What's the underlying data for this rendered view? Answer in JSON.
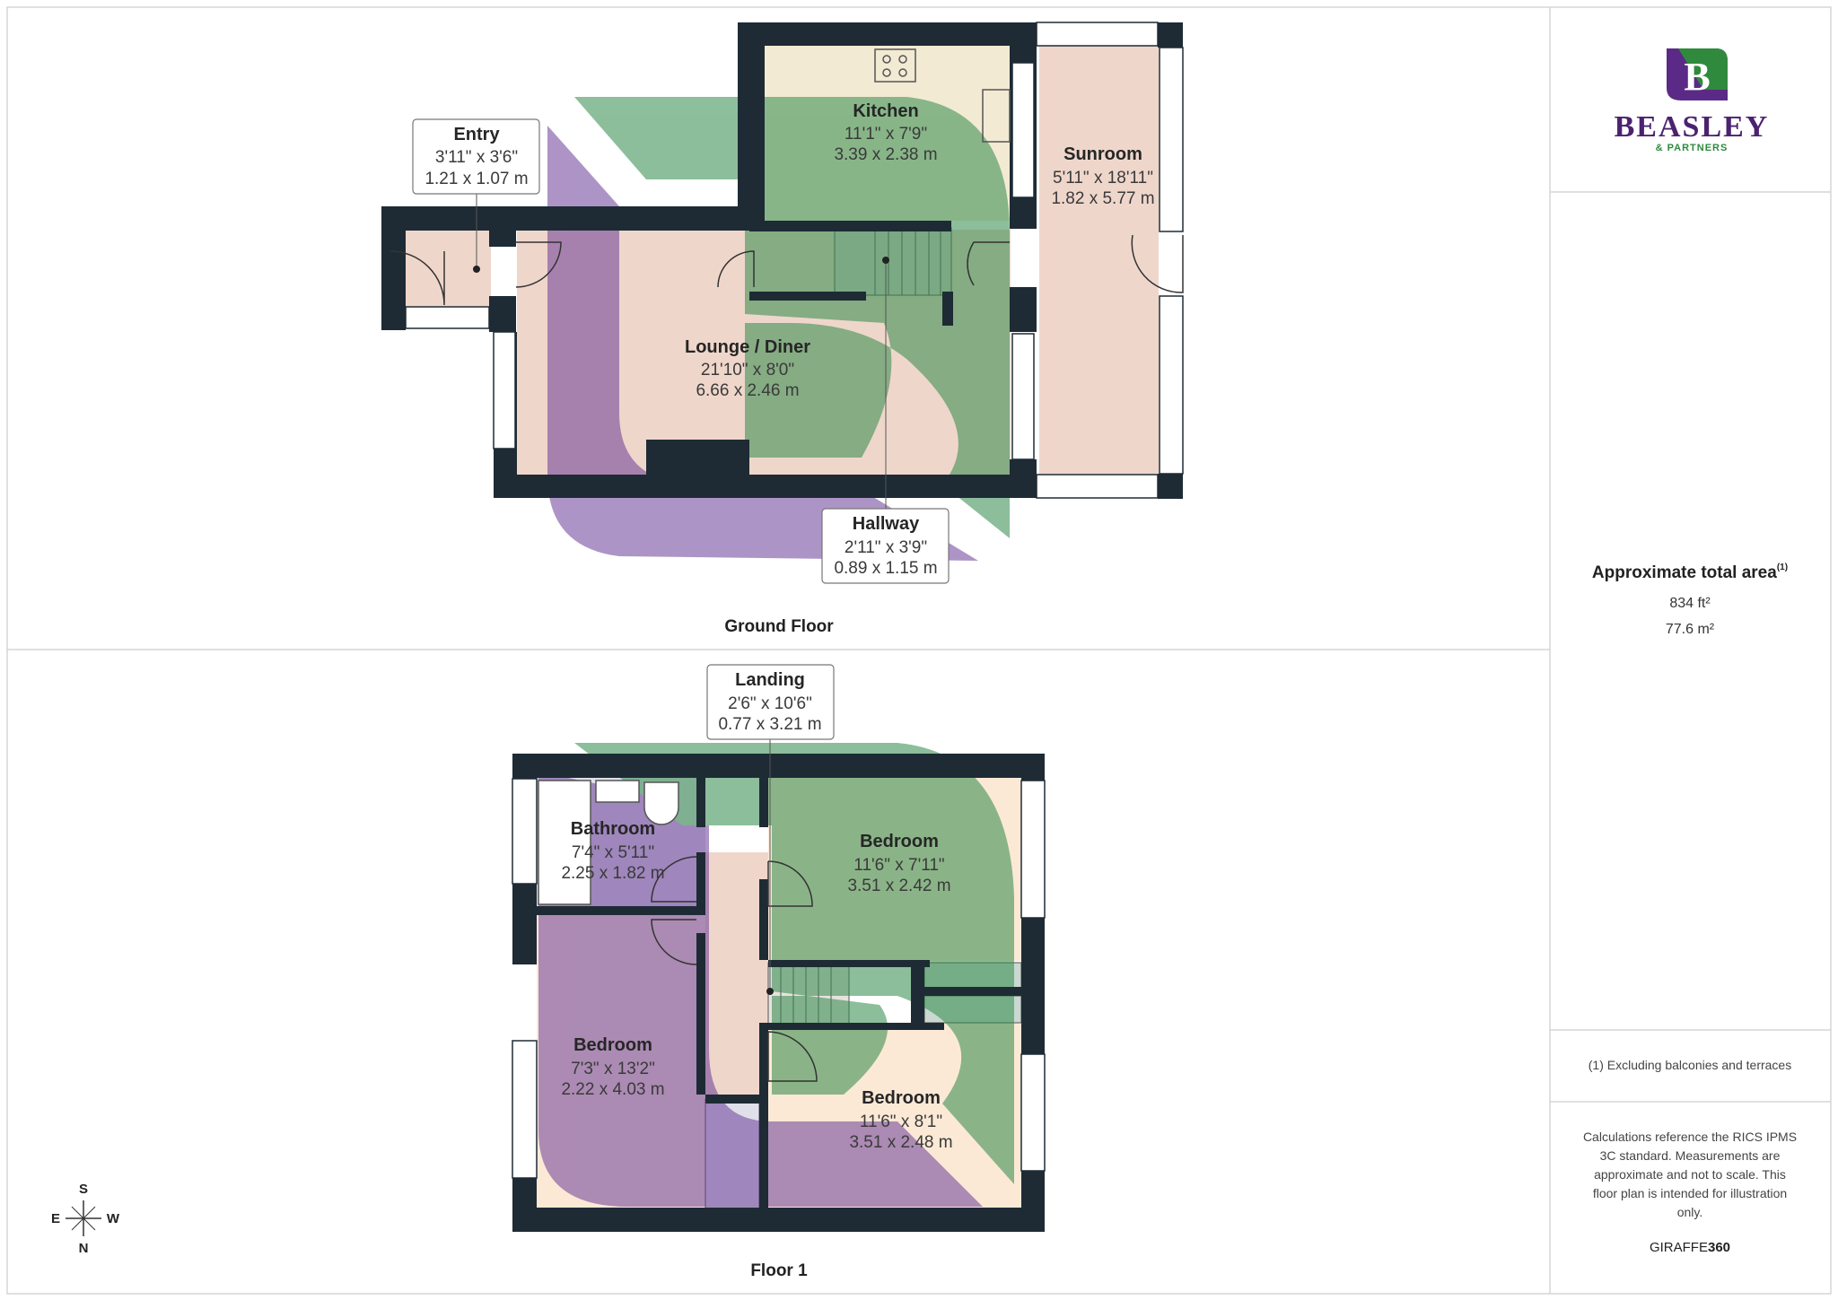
{
  "brand": {
    "name": "BEASLEY",
    "sub": "& PARTNERS",
    "colors": {
      "purple": "#5b2a86",
      "green": "#2f8a3e"
    }
  },
  "floors": [
    {
      "label": "Ground Floor"
    },
    {
      "label": "Floor 1"
    }
  ],
  "rooms": {
    "entry": {
      "name": "Entry",
      "imperial": "3'11\" x 3'6\"",
      "metric": "1.21 x 1.07 m"
    },
    "kitchen": {
      "name": "Kitchen",
      "imperial": "11'1\" x 7'9\"",
      "metric": "3.39 x 2.38 m"
    },
    "sunroom": {
      "name": "Sunroom",
      "imperial": "5'11\" x 18'11\"",
      "metric": "1.82 x 5.77 m"
    },
    "lounge": {
      "name": "Lounge / Diner",
      "imperial": "21'10\" x 8'0\"",
      "metric": "6.66 x 2.46 m"
    },
    "hallway": {
      "name": "Hallway",
      "imperial": "2'11\" x 3'9\"",
      "metric": "0.89 x 1.15 m"
    },
    "landing": {
      "name": "Landing",
      "imperial": "2'6\" x 10'6\"",
      "metric": "0.77 x 3.21 m"
    },
    "bathroom": {
      "name": "Bathroom",
      "imperial": "7'4\" x 5'11\"",
      "metric": "2.25 x 1.82 m"
    },
    "bedroom_ne": {
      "name": "Bedroom",
      "imperial": "11'6\" x 7'11\"",
      "metric": "3.51 x 2.42 m"
    },
    "bedroom_w": {
      "name": "Bedroom",
      "imperial": "7'3\" x 13'2\"",
      "metric": "2.22 x 4.03 m"
    },
    "bedroom_se": {
      "name": "Bedroom",
      "imperial": "11'6\" x 8'1\"",
      "metric": "3.51 x 2.48 m"
    }
  },
  "compass": {
    "top": "S",
    "left": "E",
    "right": "W",
    "bottom": "N"
  },
  "area": {
    "title": "Approximate total area",
    "note_mark": "(1)",
    "sqft": "834 ft²",
    "sqm": "77.6 m²"
  },
  "footnote": "(1) Excluding balconies and terraces",
  "disclaimer": [
    "Calculations reference the RICS IPMS",
    "3C standard. Measurements are",
    "approximate and not to scale. This",
    "floor plan is intended for illustration",
    "only."
  ],
  "credit": {
    "prefix": "GIRAFFE",
    "suffix": "360"
  }
}
